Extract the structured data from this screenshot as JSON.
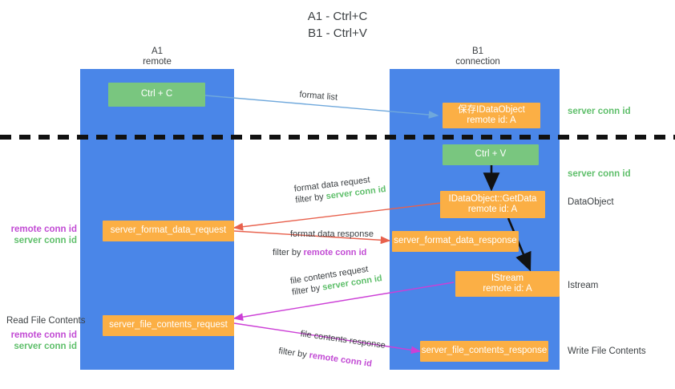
{
  "title": {
    "line1": "A1 - Ctrl+C",
    "line2": "B1 - Ctrl+V"
  },
  "columns": [
    {
      "name": "A1",
      "role": "remote"
    },
    {
      "name": "B1",
      "role": "connection"
    }
  ],
  "colors": {
    "lane": "#4a86e8",
    "green_box": "#79c67f",
    "orange_box": "#fbaf45",
    "server_conn_text": "#5fbf6b",
    "remote_conn_text": "#c24bd4",
    "arrow_blue": "#6fa8dc",
    "arrow_red": "#e8614d",
    "arrow_magenta": "#cc3fd6",
    "arrow_black": "#111111",
    "text": "#3c4043"
  },
  "boxes": {
    "ctrl_c": {
      "label": "Ctrl + C"
    },
    "ctrl_v": {
      "label": "Ctrl + V"
    },
    "save_idataobject": {
      "line1": "保存IDataObject",
      "line2": "remote id: A"
    },
    "getdata": {
      "line1": "IDataObject::GetData",
      "line2": "remote id: A"
    },
    "istream": {
      "line1": "IStream",
      "line2": "remote id: A"
    },
    "server_format_data_request": {
      "label": "server_format_data_request"
    },
    "server_format_data_response": {
      "label": "server_format_data_response"
    },
    "server_file_contents_request": {
      "label": "server_file_contents_request"
    },
    "server_file_contents_response": {
      "label": "server_file_contents_response"
    }
  },
  "edges": {
    "format_list": {
      "label": "format list"
    },
    "format_data_request": {
      "label": "format data request",
      "filter_prefix": "filter by ",
      "filter_value": "server conn id"
    },
    "format_data_response": {
      "label": "format data response",
      "filter_prefix": "filter by ",
      "filter_value": "remote conn id"
    },
    "file_contents_request": {
      "label": "file contents request",
      "filter_prefix": "filter by ",
      "filter_value": "server conn id"
    },
    "file_contents_response": {
      "label": "file contents response",
      "filter_prefix": "filter by ",
      "filter_value": "remote conn id"
    }
  },
  "right_labels": {
    "server_conn_id_top": "server conn id",
    "server_conn_id_second": "server conn id",
    "dataobject": "DataObject",
    "istream": "Istream",
    "write_file_contents": "Write File Contents"
  },
  "left_labels": {
    "mid_remote": "remote conn id",
    "mid_server": "server conn id",
    "read_file_contents": "Read File Contents",
    "low_remote": "remote conn id",
    "low_server": "server conn id"
  }
}
